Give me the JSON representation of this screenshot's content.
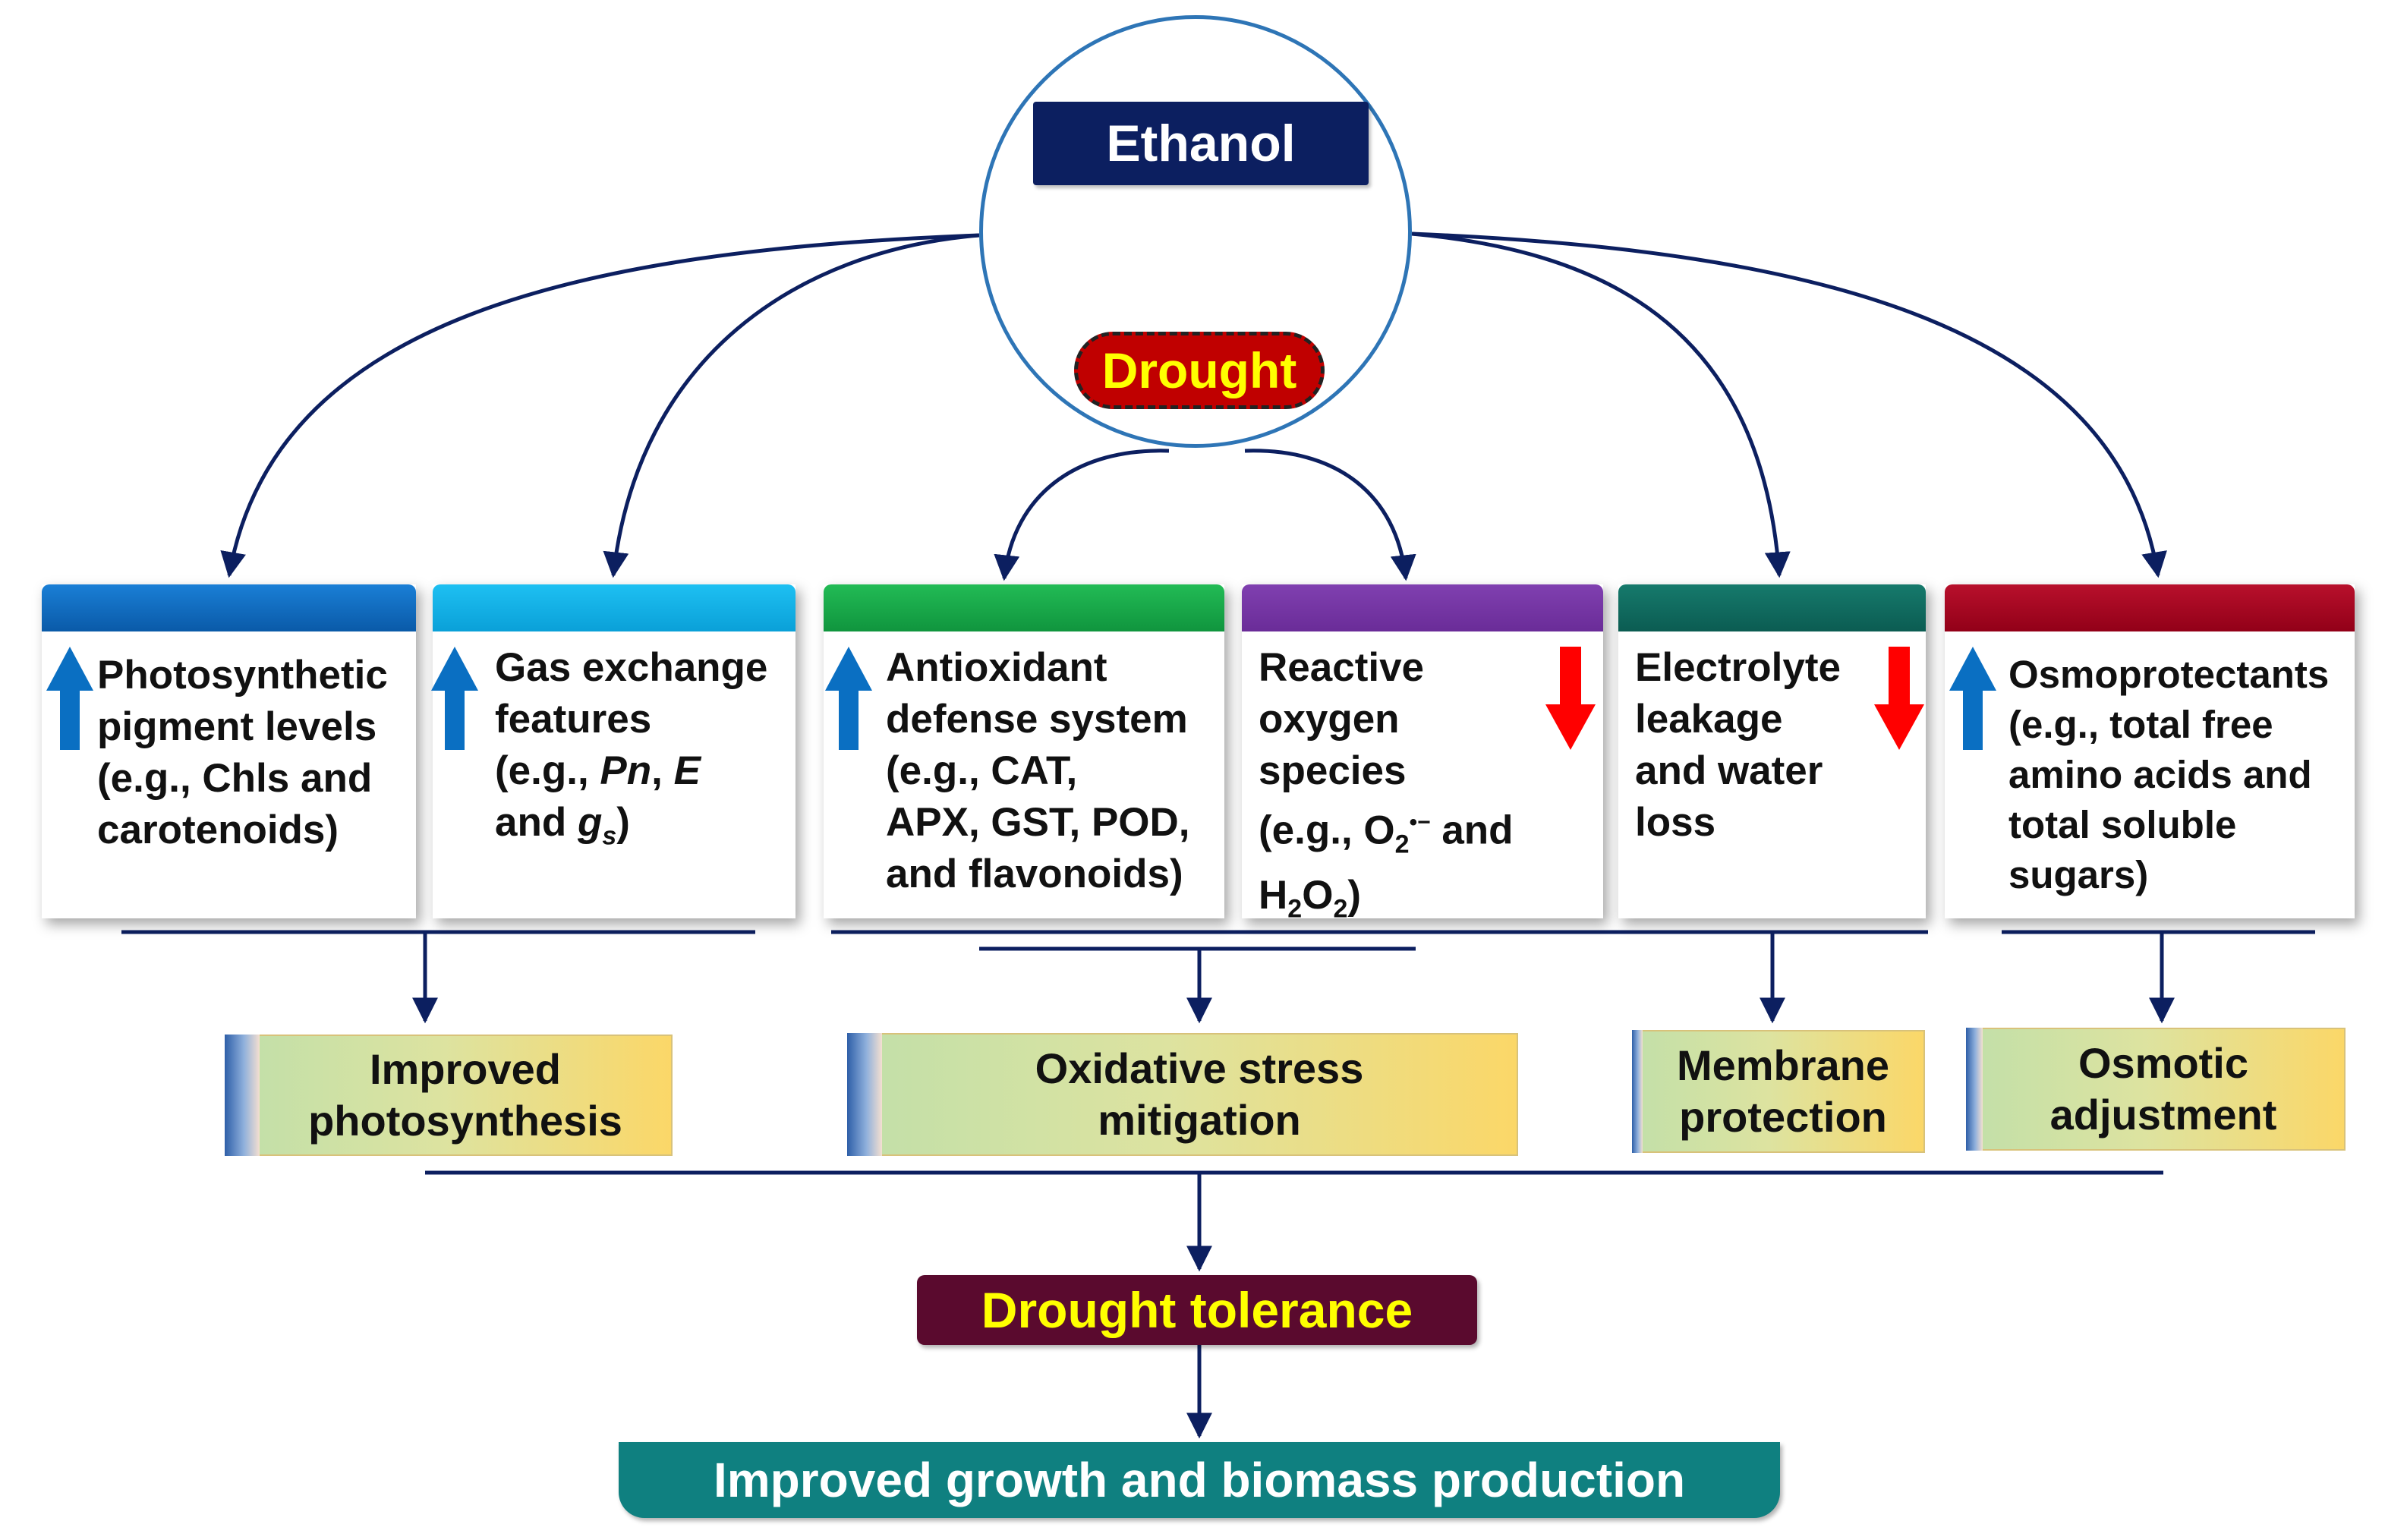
{
  "source": {
    "ethanol_label": "Ethanol",
    "drought_label": "Drought"
  },
  "responses": [
    {
      "direction": "increase",
      "color": "#0a62b4",
      "lines": [
        "Photosynthetic",
        "pigment levels",
        "(e.g., Chls and",
        "carotenoids)"
      ]
    },
    {
      "direction": "increase",
      "color": "#0aa8e0",
      "lines": [
        "Gas exchange",
        "features",
        "(e.g., Pn, E",
        "and gs)"
      ]
    },
    {
      "direction": "increase",
      "color": "#14a84a",
      "lines": [
        "Antioxidant",
        "defense system",
        "(e.g., CAT,",
        "APX, GST, POD,",
        "and flavonoids)"
      ]
    },
    {
      "direction": "decrease",
      "color": "#7030a0",
      "lines": [
        "Reactive",
        "oxygen",
        "species",
        "(e.g., O2•− and",
        "H2O2)"
      ]
    },
    {
      "direction": "decrease",
      "color": "#0e6b5e",
      "lines": [
        "Electrolyte",
        "leakage",
        "and water",
        "loss"
      ]
    },
    {
      "direction": "increase",
      "color": "#a8001c",
      "lines": [
        "Osmoprotectants",
        "(e.g., total free",
        "amino acids and",
        "total soluble",
        "sugars)"
      ]
    }
  ],
  "effects": [
    {
      "lines": [
        "Improved",
        "photosynthesis"
      ]
    },
    {
      "lines": [
        "Oxidative stress",
        "mitigation"
      ]
    },
    {
      "lines": [
        "Membrane",
        "protection"
      ]
    },
    {
      "lines": [
        "Osmotic",
        "adjustment"
      ]
    }
  ],
  "outcome": {
    "tolerance_label": "Drought tolerance",
    "final_label": "Improved growth and biomass production"
  },
  "colors": {
    "arrow": "#0c1f60",
    "increase_arrow": "#0a6fc2",
    "decrease_arrow": "#ff0000"
  }
}
